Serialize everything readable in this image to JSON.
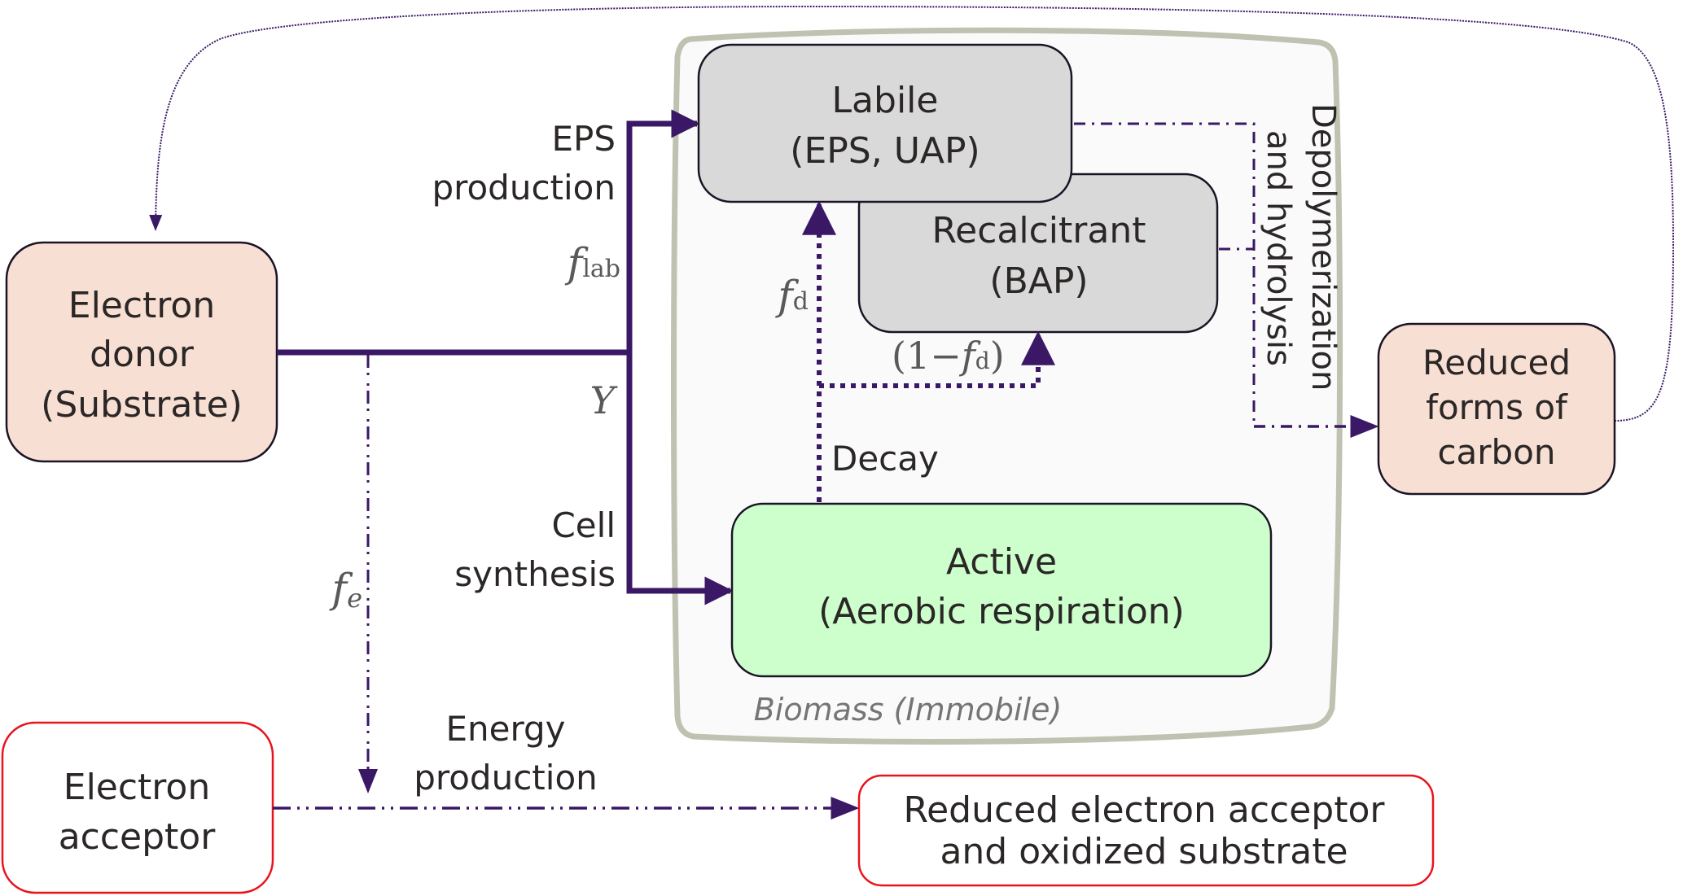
{
  "title": "Electron donor / acceptor and biomass pathways diagram",
  "colors": {
    "flow_line": "#3a1866",
    "donor_fill": "#f8dfd3",
    "biomass_box_fill": "#d9d9d9",
    "active_fill": "#ccffcc",
    "container_fill": "#fafafa",
    "container_stroke": "#bfc2b0",
    "acceptor_stroke": "#e8141c",
    "box_stroke": "#1a1426"
  },
  "nodes": {
    "electron_donor": {
      "lines": [
        "Electron",
        "donor",
        "(Substrate)"
      ]
    },
    "electron_acceptor": {
      "lines": [
        "Electron",
        "acceptor"
      ]
    },
    "labile": {
      "lines": [
        "Labile",
        "(EPS, UAP)"
      ]
    },
    "recalcitrant": {
      "lines": [
        "Recalcitrant",
        "(BAP)"
      ]
    },
    "active": {
      "lines": [
        "Active",
        "(Aerobic respiration)"
      ]
    },
    "reduced_carbon": {
      "lines": [
        "Reduced",
        "forms of",
        "carbon"
      ]
    },
    "reduced_acceptor": {
      "lines": [
        "Reduced electron acceptor",
        "and oxidized substrate"
      ]
    },
    "biomass_container": {
      "label": "Biomass (Immobile)"
    }
  },
  "labels": {
    "eps_production": [
      "EPS",
      "production"
    ],
    "cell_synthesis": [
      "Cell",
      "synthesis"
    ],
    "energy_production": [
      "Energy",
      "production"
    ],
    "decay": "Decay",
    "depolymerization": [
      "Depolymerization",
      "and hydrolysis"
    ]
  },
  "symbols": {
    "f_lab": {
      "base": "f",
      "sub": "lab"
    },
    "Y": {
      "base": "Y"
    },
    "f_e": {
      "base": "f",
      "sub": "e"
    },
    "f_d": {
      "base": "f",
      "sub": "d"
    },
    "one_minus_f_d": {
      "prefix": "(1−",
      "base": "f",
      "sub": "d",
      "suffix": ")"
    }
  }
}
